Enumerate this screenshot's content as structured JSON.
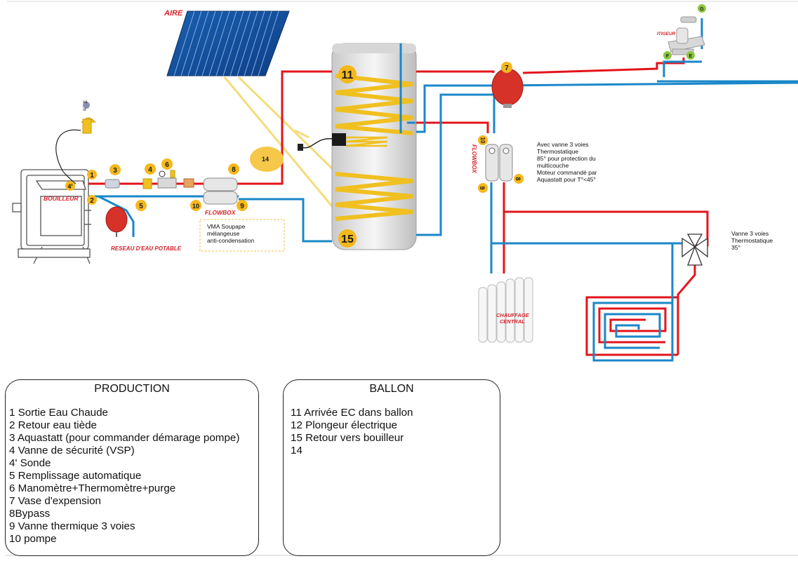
{
  "labels": {
    "aire": "AIRE",
    "bouilleur": "BOUILLEUR",
    "reseau": "RESEAU D'EAU POTABLE",
    "flowbox_left": "FLOWBOX",
    "flowbox_right": "FLOWBOX",
    "chauffage_1": "CHAUFFAGE",
    "chauffage_2": "CENTRAL",
    "mitigeur": "ITIGEUR",
    "vsp_top": "va",
    "vsp_bottom": "st"
  },
  "badges": {
    "b1": "1",
    "b2": "2",
    "b3": "3",
    "b4": "4",
    "b4p": "4'",
    "b5": "5",
    "b6": "6",
    "b7": "7",
    "b8a": "8",
    "b8b": "8",
    "b9a": "9",
    "b9b": "9",
    "b10a": "10",
    "b10b": "10",
    "b11": "11",
    "b14": "14",
    "b15": "15",
    "bG": "G",
    "bF": "F",
    "bE": "E"
  },
  "notes": {
    "vma": [
      "VMA Soupape",
      "mélangeuse",
      "anti-condensation"
    ],
    "vanne3_top": [
      "Avec vanne 3 voies",
      "Thermostatique",
      "85° pour protection du",
      "multicouche",
      "Moteur commandé par",
      "Aquastatt pour T°<45°"
    ],
    "vanne3_right": [
      "Vanne 3 voies",
      "Thermostatique",
      "35°"
    ]
  },
  "legend": {
    "production": {
      "title": "PRODUCTION",
      "items": [
        "1 Sortie Eau Chaude",
        "2 Retour eau tiède",
        "3 Aquastatt (pour commander démarage pompe)",
        "4 Vanne de sécurité (VSP)",
        "4' Sonde",
        "5 Remplissage automatique",
        "6 Manomètre+Thermomètre+purge",
        "7 Vase d'expension",
        "8Bypass",
        "9 Vanne thermique 3 voies",
        "10 pompe"
      ]
    },
    "ballon": {
      "title": "BALLON",
      "items": [
        "11 Arrivée EC dans ballon",
        "12 Plongeur électrique",
        "15 Retour vers bouilleur",
        "14"
      ]
    }
  },
  "colors": {
    "hot_pipe": "#e3141b",
    "cold_pipe": "#1a87c9",
    "badge": "#f5b81c",
    "coil": "#f0c020",
    "label_red": "#d8232a"
  }
}
